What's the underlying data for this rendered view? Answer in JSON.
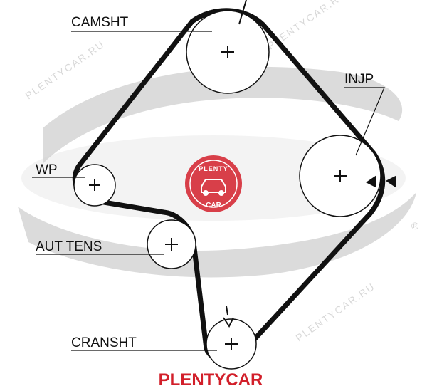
{
  "labels": {
    "camsht": "CAMSHT",
    "injp": "INJP",
    "wp": "WP",
    "aut_tens": "AUT TENS",
    "cransht": "CRANSHT"
  },
  "brand": {
    "name": "PLENTYCAR",
    "badge_top": "PLENTY",
    "badge_bottom": "CAR",
    "color": "#d21f2a"
  },
  "watermark": {
    "text": "PLENTYCAR.RU"
  },
  "colors": {
    "belt": "#111111",
    "background_logo": "#cfcfcf",
    "text": "#111111"
  }
}
